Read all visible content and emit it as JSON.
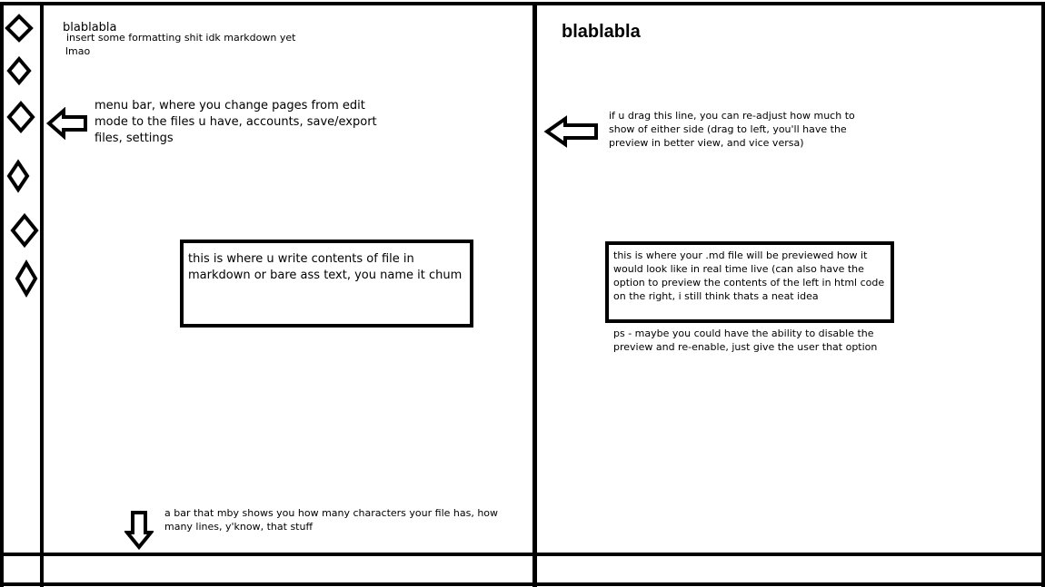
{
  "editor": {
    "heading": "blablabla",
    "subtext_line1": "insert some formatting shit idk markdown yet",
    "subtext_line2": "lmao",
    "menu_note_line1": "menu bar, where you change pages from edit",
    "menu_note_line2": "mode to the files u have, accounts, save/export",
    "menu_note_line3": "files, settings",
    "input_box_line1": "this is where u write contents of file in",
    "input_box_line2": "markdown or bare ass text, you name it chum",
    "statusbar_note_line1": "a bar that mby shows you how many characters your file has, how",
    "statusbar_note_line2": "many lines, y'know, that stuff"
  },
  "preview": {
    "heading": "blablabla",
    "divider_note_line1": "if u drag this line, you can re-adjust how much to",
    "divider_note_line2": "show of either side (drag to left, you'll have the",
    "divider_note_line3": "preview in better view, and vice versa)",
    "preview_box_line1": "this is where your .md file will be previewed how it",
    "preview_box_line2": "would look like in real time live (can also have the",
    "preview_box_line3": "option to preview the contents of the left in html code",
    "preview_box_line4": "on the right, i still think thats a neat idea",
    "ps_note_line1": "ps - maybe you could have the ability to disable the",
    "ps_note_line2": "preview  and re-enable, just give the user that option"
  },
  "menu_bar": {
    "items": [
      {
        "icon": "diamond-icon"
      },
      {
        "icon": "diamond-icon"
      },
      {
        "icon": "diamond-icon"
      },
      {
        "icon": "diamond-icon"
      },
      {
        "icon": "diamond-icon"
      },
      {
        "icon": "diamond-icon"
      }
    ]
  },
  "colors": {
    "line": "#000000",
    "background": "#ffffff"
  }
}
